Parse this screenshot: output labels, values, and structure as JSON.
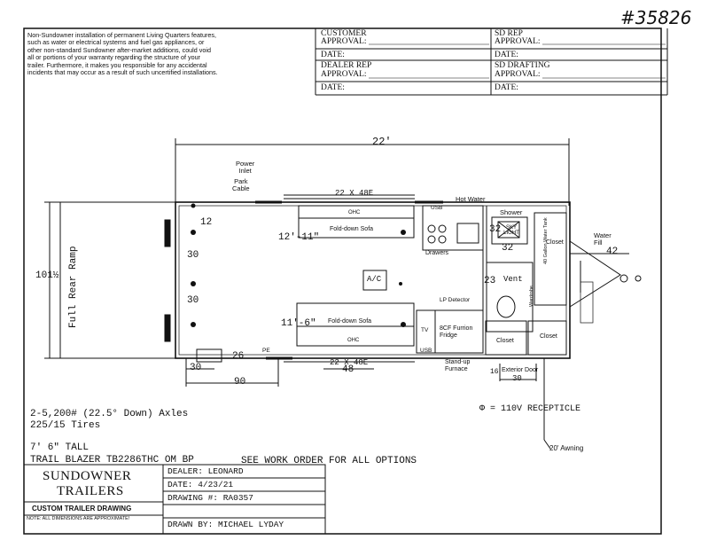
{
  "job_number": "#35826",
  "notice": [
    "Non-Sundowner installation of permanent Living Quarters features,",
    "such as water or electrical systems and fuel gas appliances, or",
    "other non-standard Sundowner after-market additions, could void",
    "all or portions of your warranty regarding the structure of your",
    "trailer. Furthermore, it makes you responsible for any accidental",
    "incidents that may occur as a result of such uncertified installations."
  ],
  "approvals": {
    "customer": "CUSTOMER",
    "dealer_rep": "DEALER REP",
    "sd_rep": "SD REP",
    "sd_drafting": "SD DRAFTING",
    "approval": "APPROVAL:",
    "date": "DATE:"
  },
  "plan": {
    "overall_length": "22'",
    "power_inlet": [
      "Power",
      "Inlet"
    ],
    "park_cable": [
      "Park",
      "Cable"
    ],
    "width_top": "22 X 48E",
    "hot_water": "Hot Water",
    "shower": "Shower",
    "sky_light": "SKY LIGHT",
    "sofa_top": "Fold-down Sofa",
    "sofa_bottom": "Fold-down Sofa",
    "dim_12": "12",
    "dim_12_11": "12'-11\"",
    "dim_30a": "30",
    "dim_30b": "30",
    "dim_11_6": "11'-6\"",
    "dim_32a": "32",
    "dim_32b": "32",
    "dim_23": "23",
    "drawers": "Drawers",
    "closet_top": "Closet",
    "water_tank": "40 Gallon Water Tank",
    "water_fill": [
      "Water",
      "Fill"
    ],
    "dim_42": "42",
    "ac": "A/C",
    "vent": "Vent",
    "wardrobe": "Wardrobe",
    "lp_detector": "LP Detector",
    "fridge": [
      "8CF Furrion",
      "Fridge"
    ],
    "closet_left": "Closet",
    "closet_right": "Closet",
    "usb_left": "USB",
    "usb_right": "USB",
    "tv": "TV",
    "ramp": "Full Rear Ramp",
    "rear_width": "101½",
    "dim_26": "26",
    "dim_30c": "30",
    "dim_90": "90",
    "width_bottom": "22 X 48E",
    "dim_48": "48",
    "standup_furnace": [
      "Stand-up",
      "Furnace"
    ],
    "exterior_door": "Exterior Door",
    "dim_16": "16",
    "dim_30d": "30",
    "pe": "PE",
    "ohc": "OHC",
    "awning": "20' Awning"
  },
  "specs": {
    "axles": "2-5,200# (22.5° Down) Axles",
    "tires": "225/15 Tires",
    "height": "7' 6\" TALL",
    "model": "TRAIL BLAZER TB2286THC OM BP",
    "see_work_order": "SEE WORK ORDER FOR ALL OPTIONS",
    "receptacle_legend": "Φ = 110V RECEPTICLE"
  },
  "title_block": {
    "company_line1": "SUNDOWNER",
    "company_line2": "TRAILERS",
    "drawing_type": "CUSTOM TRAILER DRAWING",
    "note": "NOTE: ALL DIMENSIONS ARE APPROXIMATE!",
    "dealer": "DEALER: LEONARD",
    "date": "DATE: 4/23/21",
    "drawing_no": "DRAWING #: RA0357",
    "drawn_by": "DRAWN BY: MICHAEL LYDAY"
  }
}
